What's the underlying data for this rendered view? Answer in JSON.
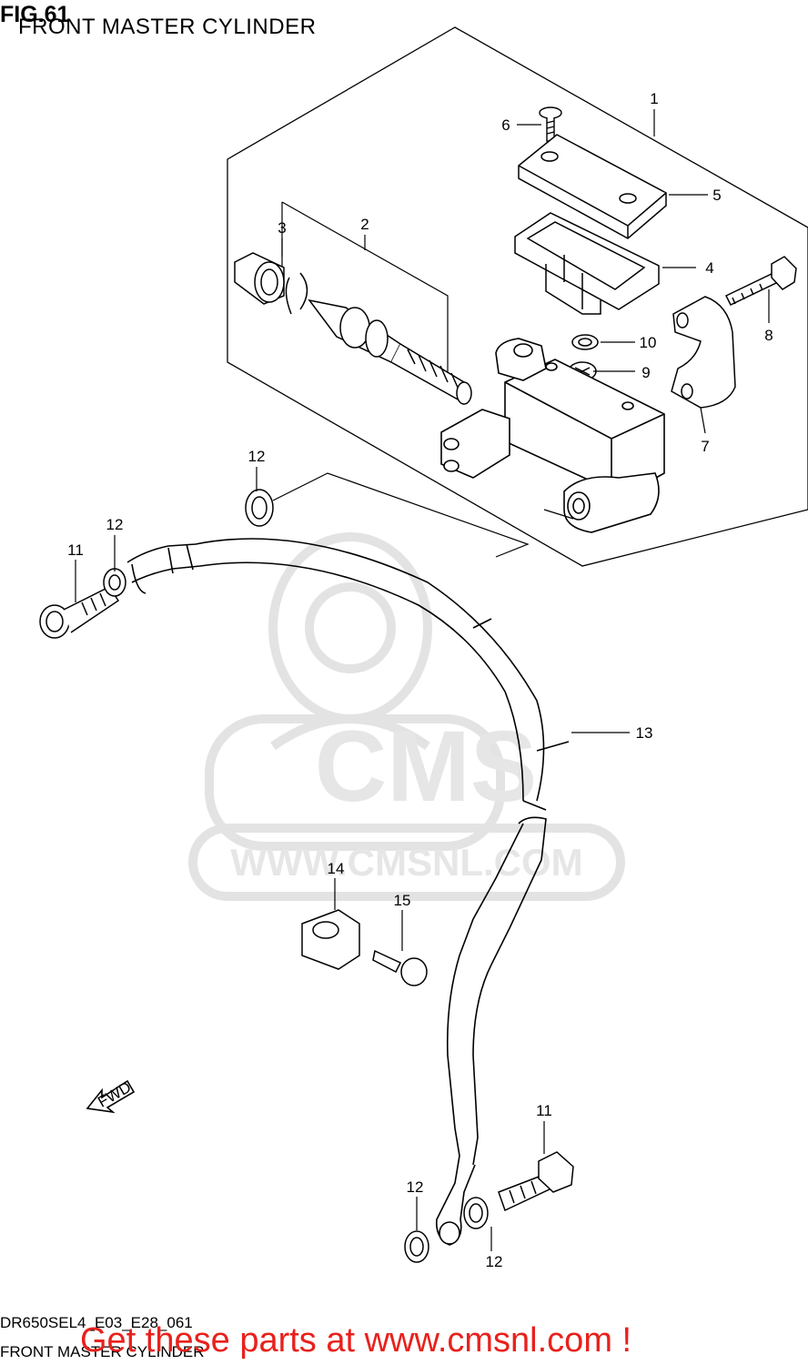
{
  "header": {
    "fig_label": "FIG.61",
    "title": "FRONT MASTER CYLINDER"
  },
  "watermark": {
    "logo_text": "CMS",
    "url_text": "WWW.CMSNL.COM",
    "color": "#e6e6e6"
  },
  "direction_arrow": {
    "label": "FWD"
  },
  "callouts": [
    {
      "id": "c1",
      "text": "1"
    },
    {
      "id": "c2",
      "text": "2"
    },
    {
      "id": "c3",
      "text": "3"
    },
    {
      "id": "c4",
      "text": "4"
    },
    {
      "id": "c5",
      "text": "5"
    },
    {
      "id": "c6",
      "text": "6"
    },
    {
      "id": "c7",
      "text": "7"
    },
    {
      "id": "c8",
      "text": "8"
    },
    {
      "id": "c9",
      "text": "9"
    },
    {
      "id": "c10",
      "text": "10"
    },
    {
      "id": "c11a",
      "text": "11"
    },
    {
      "id": "c12a",
      "text": "12"
    },
    {
      "id": "c12b",
      "text": "12"
    },
    {
      "id": "c13",
      "text": "13"
    },
    {
      "id": "c14",
      "text": "14"
    },
    {
      "id": "c15",
      "text": "15"
    },
    {
      "id": "c11b",
      "text": "11"
    },
    {
      "id": "c12c",
      "text": "12"
    },
    {
      "id": "c12d",
      "text": "12"
    }
  ],
  "footer": {
    "code": "DR650SEL4_E03_E28_061",
    "title": "FRONT MASTER CYLINDER",
    "cta": "Get these parts at www.cmsnl.com !",
    "cta_color": "#e8211c"
  }
}
